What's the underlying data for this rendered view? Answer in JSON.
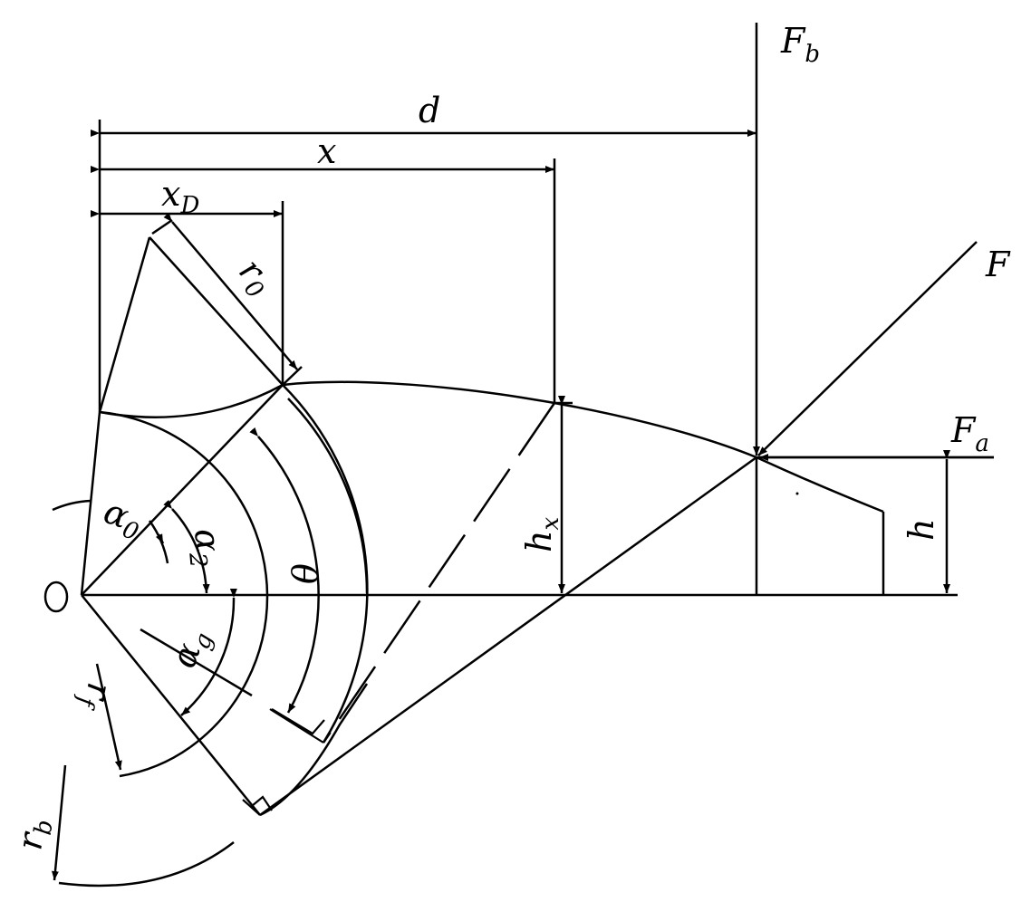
{
  "labels": {
    "origin": "O",
    "Fb": {
      "base": "F",
      "sub": "b"
    },
    "F": "F",
    "Fa": {
      "base": "F",
      "sub": "a"
    },
    "d": "d",
    "x": "x",
    "xD": {
      "base": "x",
      "sub": "D"
    },
    "r0": {
      "base": "r",
      "sub": "0"
    },
    "hx": {
      "base": "h",
      "sub": "x"
    },
    "h": "h",
    "alpha0": {
      "base": "α",
      "sub": "0"
    },
    "alpha2": {
      "base": "α",
      "sub": "2"
    },
    "alphag": {
      "base": "α",
      "sub": "g"
    },
    "theta": "θ",
    "rf": {
      "base": "r",
      "sub": "f"
    },
    "rb": {
      "base": "r",
      "sub": "b"
    }
  },
  "colors": {
    "ink": "#000000",
    "paper": "#ffffff"
  }
}
